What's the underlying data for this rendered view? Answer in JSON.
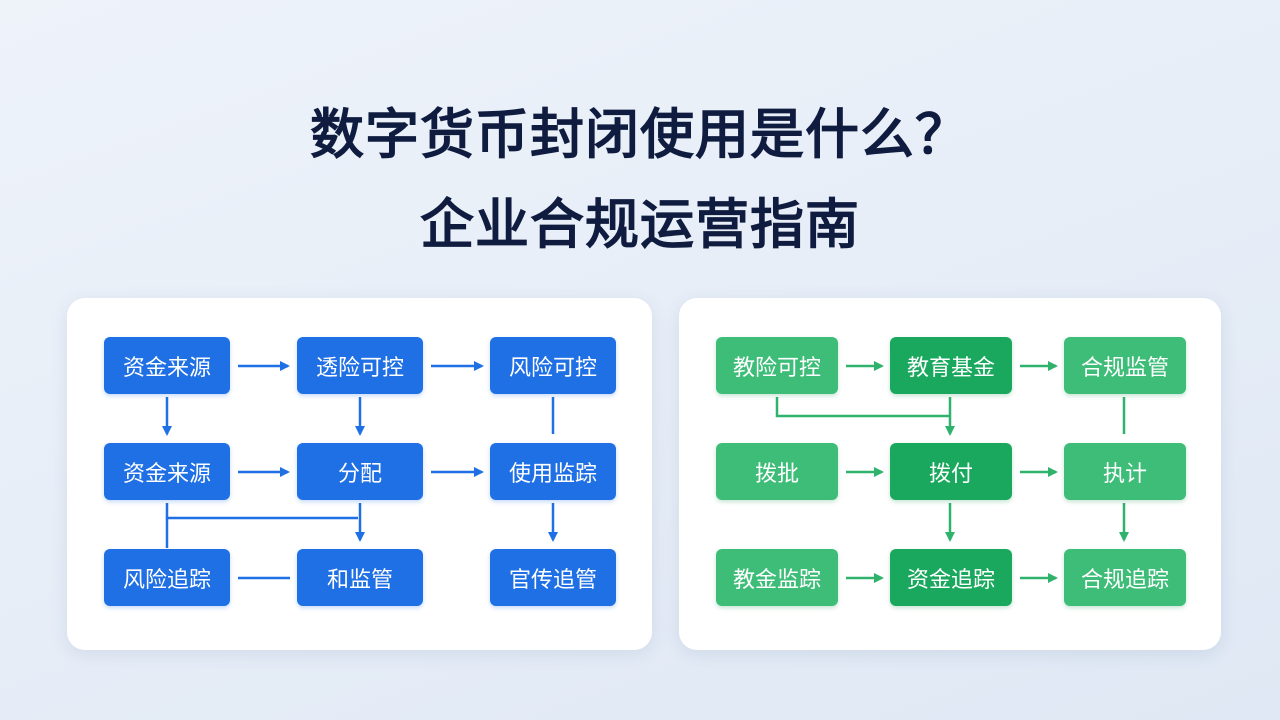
{
  "title": {
    "line1": "数字货币封闭使用是什么？",
    "line2": "企业合规运营指南"
  },
  "left_diagram": {
    "nodes": {
      "r1c1": "资金来源",
      "r1c2": "透险可控",
      "r1c3": "风险可控",
      "r2c1": "资金来源",
      "r2c2": "分配",
      "r2c3": "使用监踪",
      "r3c1": "风险追踪",
      "r3c2": "和监管",
      "r3c3": "官传追管"
    },
    "color": "#1f6fe5"
  },
  "right_diagram": {
    "nodes": {
      "r1c1": "教险可控",
      "r1c2": "教育基金",
      "r1c3": "合规监管",
      "r2c1": "拨批",
      "r2c2": "拨付",
      "r2c3": "执计",
      "r3c1": "教金监踪",
      "r3c2": "资金追踪",
      "r3c3": "合规追踪"
    },
    "color": "#3dbd78"
  }
}
